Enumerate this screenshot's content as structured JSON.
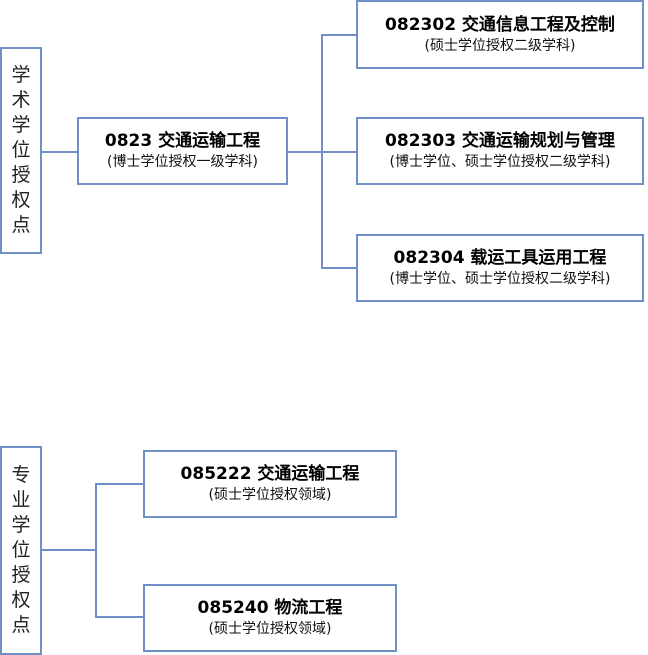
{
  "academic": {
    "label_chars": [
      "学",
      "术",
      "学",
      "位",
      "授",
      "权",
      "点"
    ],
    "root": {
      "title": "0823  交通运输工程",
      "sub": "(博士学位授权一级学科)"
    },
    "children": [
      {
        "title": "082302  交通信息工程及控制",
        "sub": "(硕士学位授权二级学科)"
      },
      {
        "title": "082303  交通运输规划与管理",
        "sub": "(博士学位、硕士学位授权二级学科)"
      },
      {
        "title": "082304  载运工具运用工程",
        "sub": "(博士学位、硕士学位授权二级学科)"
      }
    ]
  },
  "professional": {
    "label_chars": [
      "专",
      "业",
      "学",
      "位",
      "授",
      "权",
      "点"
    ],
    "children": [
      {
        "title": "085222  交通运输工程",
        "sub": "(硕士学位授权领域)"
      },
      {
        "title": "085240  物流工程",
        "sub": "(硕士学位授权领域)"
      }
    ]
  },
  "colors": {
    "border": "#6f8fc9",
    "line": "#6f8fc9"
  }
}
